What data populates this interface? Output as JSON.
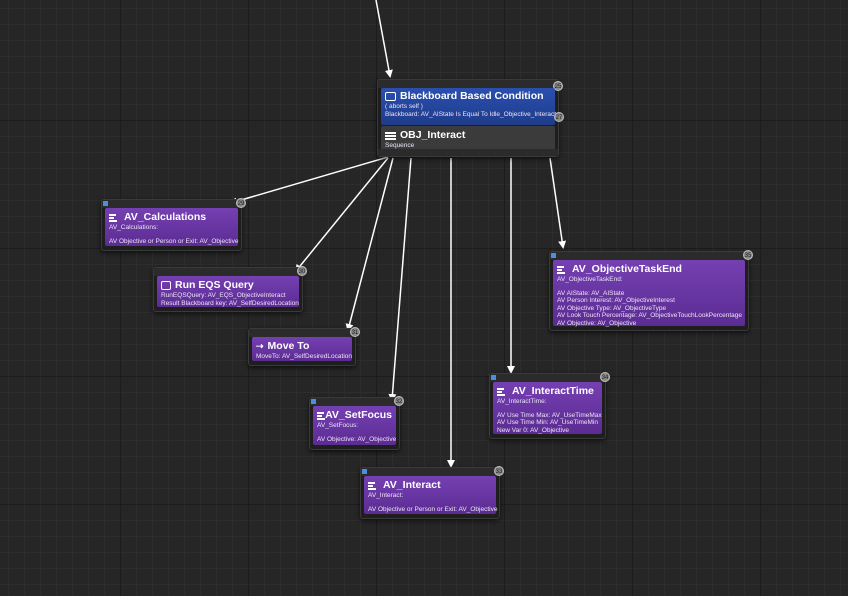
{
  "root": {
    "decorator_title": "Blackboard Based Condition",
    "decorator_abort": "( aborts self )",
    "decorator_detail": "Blackboard: AV_AIState Is Equal To Idle_Objective_Interact",
    "composite_title": "OBJ_Interact",
    "composite_type": "Sequence",
    "badge_top": "25",
    "badge_mid": "27"
  },
  "nodes": {
    "calculations": {
      "title": "AV_Calculations",
      "line1": "AV_Calculations:",
      "line2": "AV Objective or Person or Exit: AV_Objective",
      "badge": "29"
    },
    "eqs": {
      "title": "Run EQS Query",
      "line1": "RunEQSQuery: AV_EQS_ObjectiveInteract",
      "line2": "Result Blackboard key: AV_SelfDesiredLocation",
      "badge": "30"
    },
    "moveto": {
      "title": "Move To",
      "line1": "MoveTo: AV_SelfDesiredLocation",
      "badge": "31"
    },
    "setfocus": {
      "title": "AV_SetFocus",
      "line1": "AV_SetFocus:",
      "line2": "AV Objective: AV_Objective",
      "badge": "32"
    },
    "interact": {
      "title": "AV_Interact",
      "line1": "AV_Interact:",
      "line2": "AV Objective or Person or Exit: AV_Objective",
      "badge": "33"
    },
    "interacttime": {
      "title": "AV_InteractTime",
      "line1": "AV_InteractTime:",
      "line2": "AV Use Time Max: AV_UseTimeMax",
      "line3": "AV Use Time Min: AV_UseTimeMin",
      "line4": "New Var 0: AV_Objective",
      "badge": "34"
    },
    "taskend": {
      "title": "AV_ObjectiveTaskEnd",
      "line1": "AV_ObjectiveTaskEnd:",
      "line2": "AV AIState: AV_AIState",
      "line3": "AV Person Interest: AV_ObjectiveInterest",
      "line4": "AV Objective Type: AV_ObjectiveType",
      "line5": "AV Look Touch Percentage: AV_ObjectiveTouchLookPercentage",
      "line6": "AV Objective: AV_Objective",
      "badge": "35"
    }
  },
  "colors": {
    "task": "#6a35a6",
    "decorator": "#23449c",
    "composite": "#3b3b3b",
    "wire": "#ffffff",
    "background": "#262626"
  }
}
